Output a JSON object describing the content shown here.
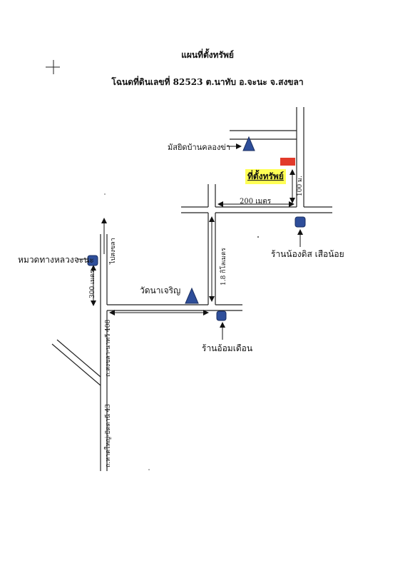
{
  "title": "แผนที่ตั้งทรัพย์",
  "subtitle": "โฉนดที่ดินเลขที่ 82523 ต.นาทับ อ.จะนะ จ.สงขลา",
  "labels": {
    "mosque": "มัสยิดบ้านคลองข่า",
    "property": "ที่ตั้งทรัพย์",
    "dist_200": "200 เมตร",
    "dist_100": "100 ม.",
    "dist_1_8km": "1.8 กิโลเมตร",
    "dist_300": "300 เมตร",
    "shop_nongdit": "ร้านน้องดิส เสือน้อย",
    "highway_unit": "หมวดทางหลวงจะนะ",
    "to_songkhla": "ไปสงขลา",
    "wat": "วัดนาเจริญ",
    "shop_om": "ร้านอ้อมเดือน",
    "road_408": "ถ.สงขลา-นาทวี 408",
    "road_43": "ถ.หาดใหญ่-ปัตตานี 43"
  },
  "colors": {
    "landmark": "#2e4e9a",
    "property_marker": "#e23a2a",
    "highlight": "#ffff55"
  },
  "icons": {
    "temple": "triangle-icon",
    "shop": "rounded-square-icon",
    "property": "red-rectangle-icon"
  }
}
